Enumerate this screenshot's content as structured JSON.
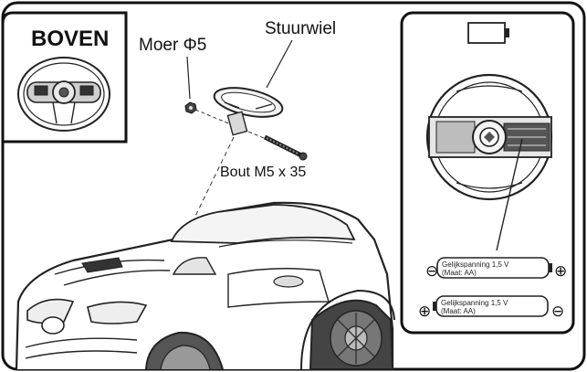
{
  "inset": {
    "title": "BOVEN"
  },
  "labels": {
    "nut": "Moer Φ5",
    "steering_wheel": "Stuurwiel",
    "bolt": "Bout M5 x 35"
  },
  "batteries": [
    {
      "text_line1": "Gelijkspanning  1,5  V",
      "text_line2": "(Maat: AA)",
      "left_sign": "⊖",
      "right_sign": "⊕"
    },
    {
      "text_line1": "Gelijkspanning  1,5  V",
      "text_line2": "(Maat: AA)",
      "left_sign": "⊕",
      "right_sign": "⊖"
    }
  ]
}
